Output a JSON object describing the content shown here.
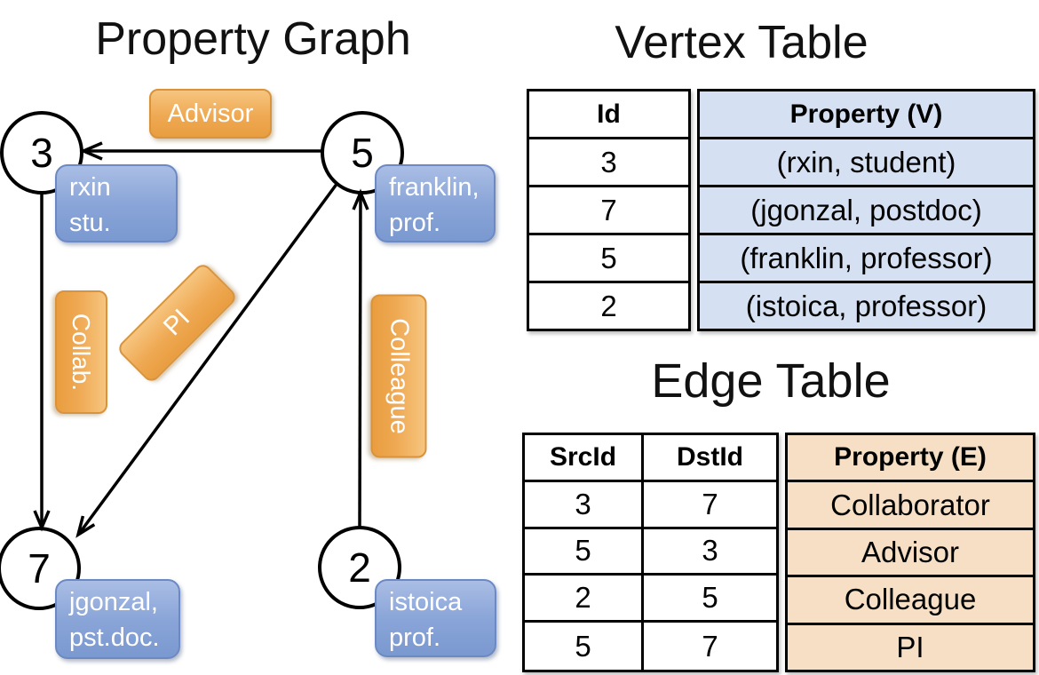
{
  "graph": {
    "title": "Property Graph",
    "nodes": [
      {
        "id": "3",
        "line1": "rxin",
        "line2": "stu."
      },
      {
        "id": "5",
        "line1": "franklin,",
        "line2": "prof."
      },
      {
        "id": "7",
        "line1": "jgonzal,",
        "line2": "pst.doc."
      },
      {
        "id": "2",
        "line1": "istoica",
        "line2": "prof."
      }
    ],
    "edges": [
      {
        "label": "Advisor"
      },
      {
        "label": "Collab."
      },
      {
        "label": "PI"
      },
      {
        "label": "Colleague"
      }
    ]
  },
  "vertex_table": {
    "title": "Vertex Table",
    "headers": {
      "id": "Id",
      "property": "Property (V)"
    },
    "rows": [
      {
        "id": "3",
        "property": "(rxin, student)"
      },
      {
        "id": "7",
        "property": "(jgonzal, postdoc)"
      },
      {
        "id": "5",
        "property": "(franklin, professor)"
      },
      {
        "id": "2",
        "property": "(istoica, professor)"
      }
    ]
  },
  "edge_table": {
    "title": "Edge Table",
    "headers": {
      "src": "SrcId",
      "dst": "DstId",
      "property": "Property (E)"
    },
    "rows": [
      {
        "src": "3",
        "dst": "7",
        "property": "Collaborator"
      },
      {
        "src": "5",
        "dst": "3",
        "property": "Advisor"
      },
      {
        "src": "2",
        "dst": "5",
        "property": "Colleague"
      },
      {
        "src": "5",
        "dst": "7",
        "property": "PI"
      }
    ]
  },
  "colors": {
    "edge_label_orange": "#efa953",
    "vertex_label_blue": "#8aa5d8",
    "vertex_table_fill": "#d5e0f2",
    "edge_table_fill": "#f6dfc4",
    "line_black": "#000000"
  }
}
